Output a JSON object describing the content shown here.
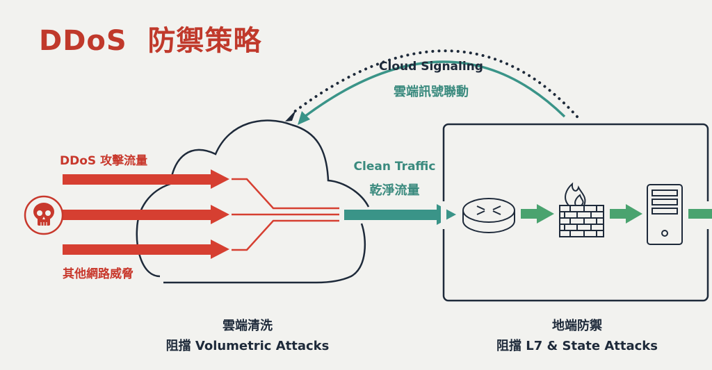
{
  "title": "DDoS  防禦策略",
  "signaling": {
    "label_en": "Cloud Signaling",
    "label_zh": "雲端訊號聯動"
  },
  "attack": {
    "label_top": "DDoS 攻擊流量",
    "label_bottom": "其他網路威脅",
    "source_icon": "skull-icon"
  },
  "clean_traffic": {
    "label_en": "Clean Traffic",
    "label_zh": "乾淨流量"
  },
  "cloud_section": {
    "title": "雲端清洗",
    "subtitle": "阻擋 Volumetric Attacks"
  },
  "onprem_section": {
    "title": "地端防禦",
    "subtitle": "阻擋 L7 & State Attacks",
    "devices": [
      "router-icon",
      "firewall-icon",
      "server-icon"
    ]
  },
  "colors": {
    "attack": "#d63f31",
    "clean": "#3a9488",
    "green": "#4aa36f",
    "outline": "#1e2a3a",
    "title": "#c0392b"
  }
}
